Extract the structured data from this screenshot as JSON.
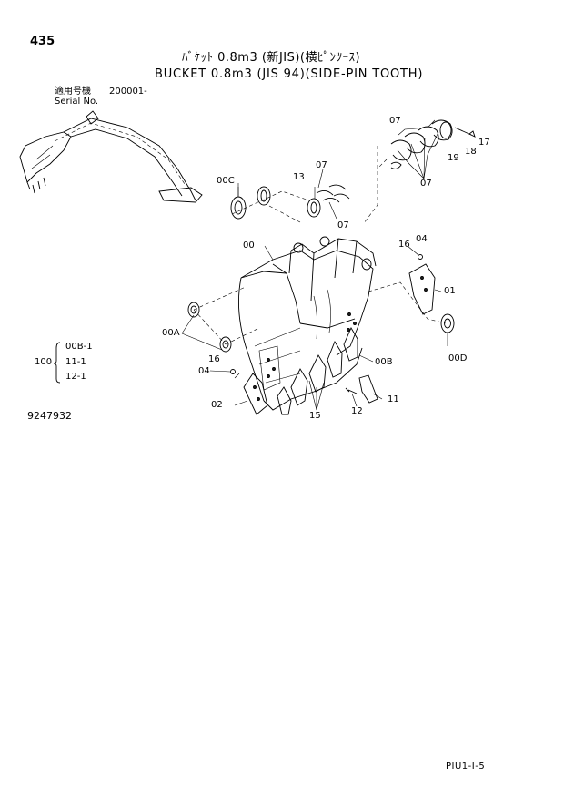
{
  "page": {
    "page_number": "435",
    "title_jp": "ﾊﾞｹｯﾄ 0.8m3 (新JIS)(横ﾋﾟﾝﾂｰｽ)",
    "title_en": "BUCKET 0.8m3 (JIS 94)(SIDE-PIN TOOTH)",
    "serial_label_jp": "適用号機",
    "serial_label_en": "Serial No.",
    "serial_value": "200001-",
    "drawing_number": "9247932",
    "footer_code": "PIU1-I-5"
  },
  "callouts": {
    "c07a": "07",
    "c07b": "07",
    "c07c": "07",
    "c07d": "07",
    "c17": "17",
    "c18": "18",
    "c19": "19",
    "c00C": "00C",
    "c13": "13",
    "c00": "00",
    "c16a": "16",
    "c04a": "04",
    "c01": "01",
    "c00A": "00A",
    "c00D": "00D",
    "c16b": "16",
    "c04b": "04",
    "c00B": "00B",
    "c02": "02",
    "c15": "15",
    "c12": "12",
    "c11": "11"
  },
  "set": {
    "parent": "100",
    "items": [
      "00B-1",
      "11-1",
      "12-1"
    ]
  },
  "icons": [
    "excavator-front-attachment-icon",
    "bucket-icon",
    "tooth-icon",
    "pin-icon",
    "bushing-icon",
    "shim-icon",
    "side-cutter-icon"
  ]
}
